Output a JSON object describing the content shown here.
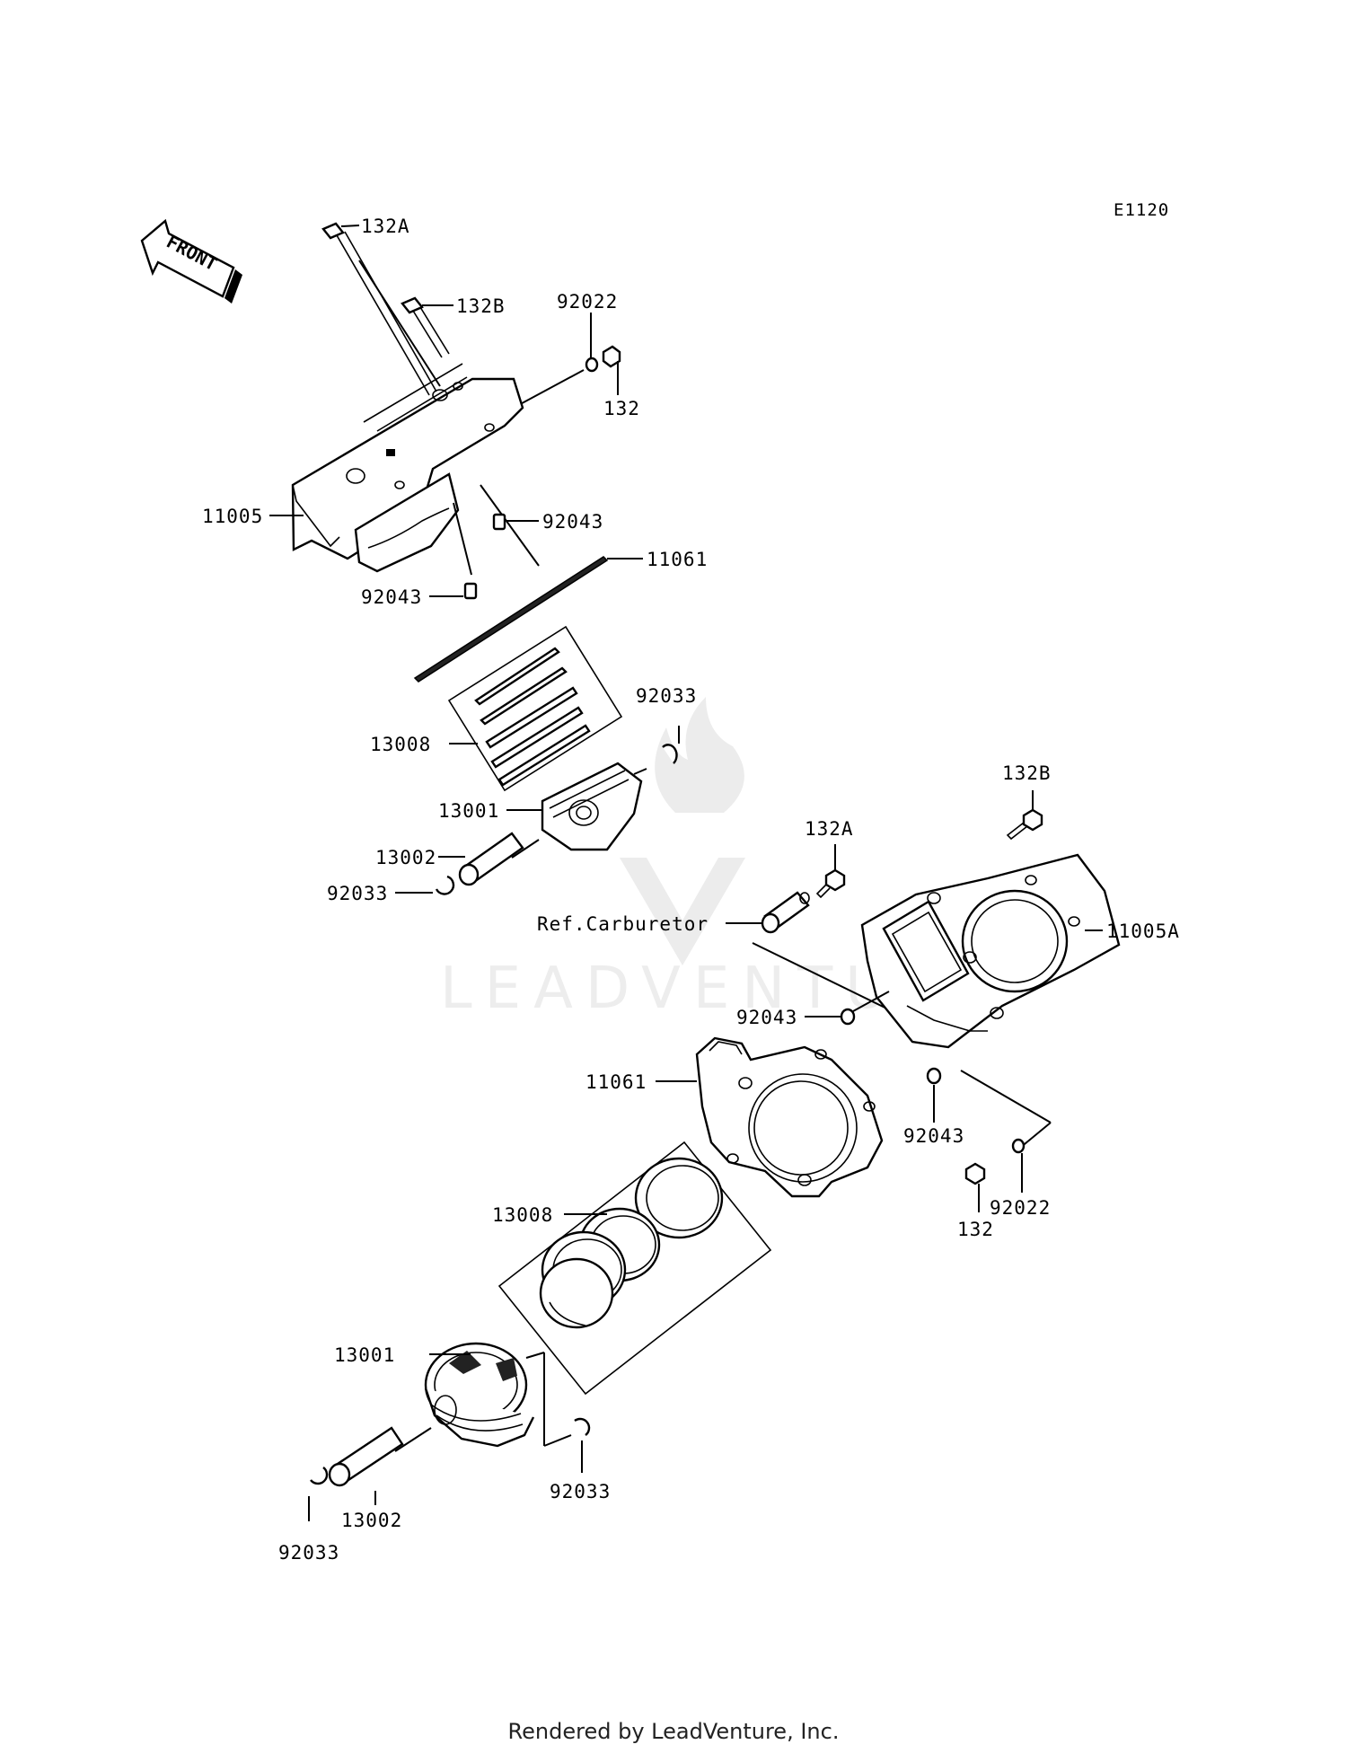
{
  "diagram_code": "E1120",
  "front_label": "FRONT",
  "watermark": "LEADVENTURE",
  "footer": "Rendered by LeadVenture, Inc.",
  "labels": {
    "top_132A": "132A",
    "top_132B": "132B",
    "top_92022": "92022",
    "top_132": "132",
    "top_11005": "11005",
    "top_92043_right": "92043",
    "top_11061": "11061",
    "top_92043_left": "92043",
    "top_92033_right": "92033",
    "top_13008": "13008",
    "top_13001": "13001",
    "top_13002": "13002",
    "top_92033_left": "92033",
    "bot_132B": "132B",
    "bot_132A": "132A",
    "ref_carburetor": "Ref.Carburetor",
    "bot_11005A": "11005A",
    "bot_92043_left": "92043",
    "bot_11061": "11061",
    "bot_92043_right": "92043",
    "bot_13008": "13008",
    "bot_92022": "92022",
    "bot_132": "132",
    "bot_13001": "13001",
    "bot_92033_right": "92033",
    "bot_13002": "13002",
    "bot_92033_left": "92033"
  }
}
